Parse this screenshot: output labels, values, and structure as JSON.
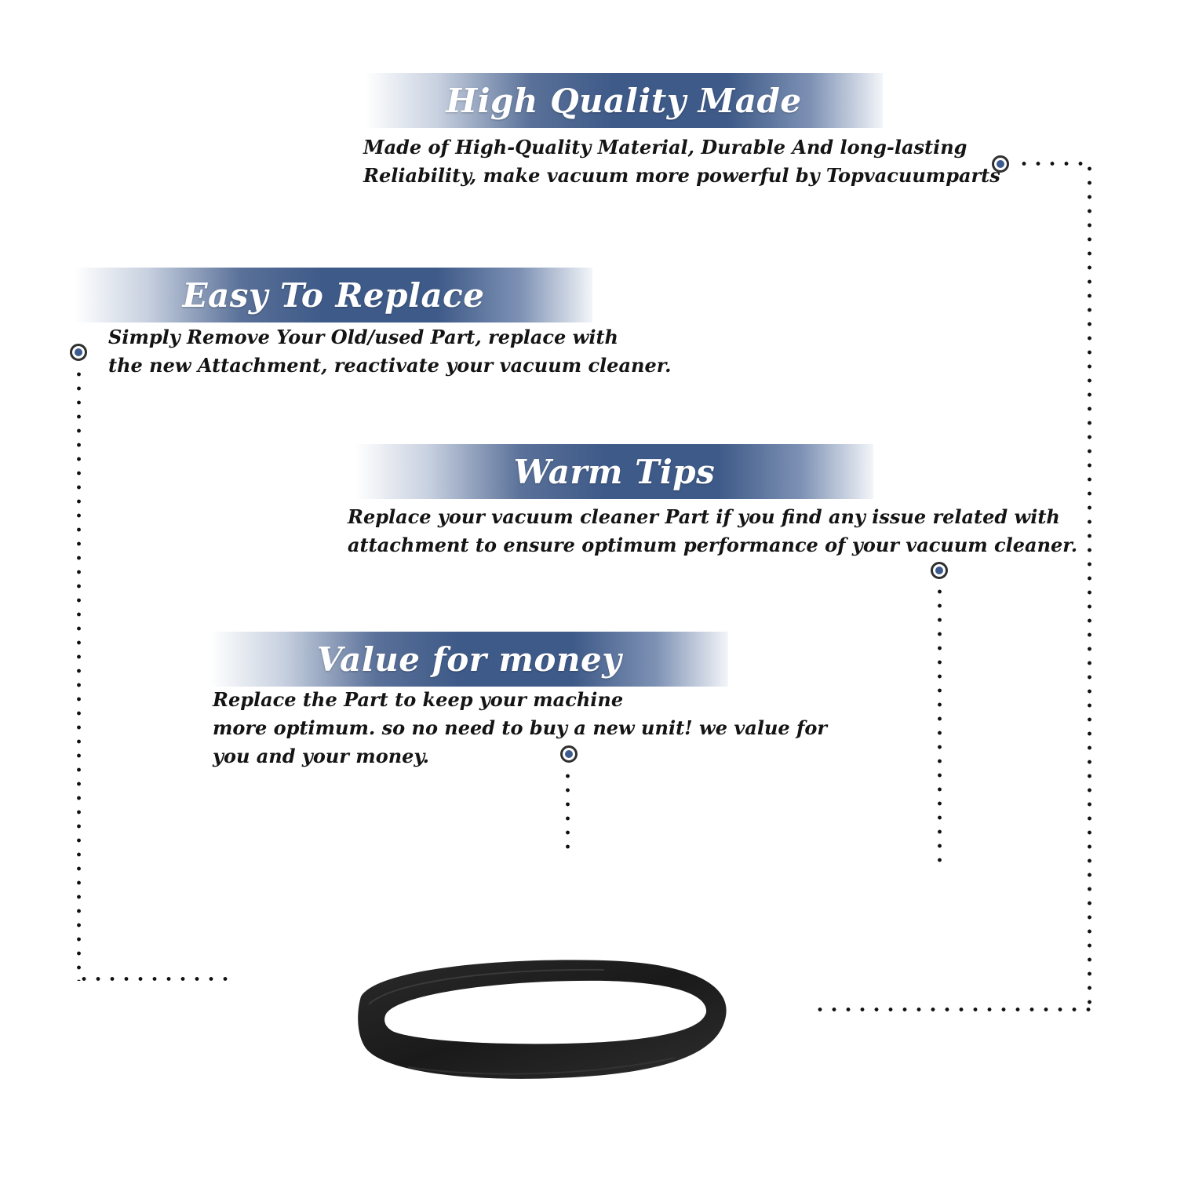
{
  "sections": [
    {
      "title": "High Quality Made",
      "lines": [
        "Made of  High-Quality Material, Durable And long-lasting",
        "Reliability, make vacuum more powerful by Topvacuumparts"
      ]
    },
    {
      "title": "Easy To Replace",
      "lines": [
        "Simply Remove Your Old/used Part, replace with",
        "the new Attachment, reactivate your vacuum cleaner."
      ]
    },
    {
      "title": "Warm Tips",
      "lines": [
        "Replace your vacuum cleaner Part if you find any issue related with",
        " attachment to ensure optimum performance of your vacuum cleaner."
      ]
    },
    {
      "title": "Value for money",
      "lines": [
        "Replace the Part to keep your machine",
        "more optimum. so no need to buy a new unit! we value for",
        "you and your money."
      ]
    }
  ],
  "product": {
    "icon": "vacuum-belt-image"
  },
  "colors": {
    "accent": "#3e5a88",
    "dot_fill": "#3d5b8f",
    "text": "#141414",
    "dotted_line": "#111111"
  }
}
